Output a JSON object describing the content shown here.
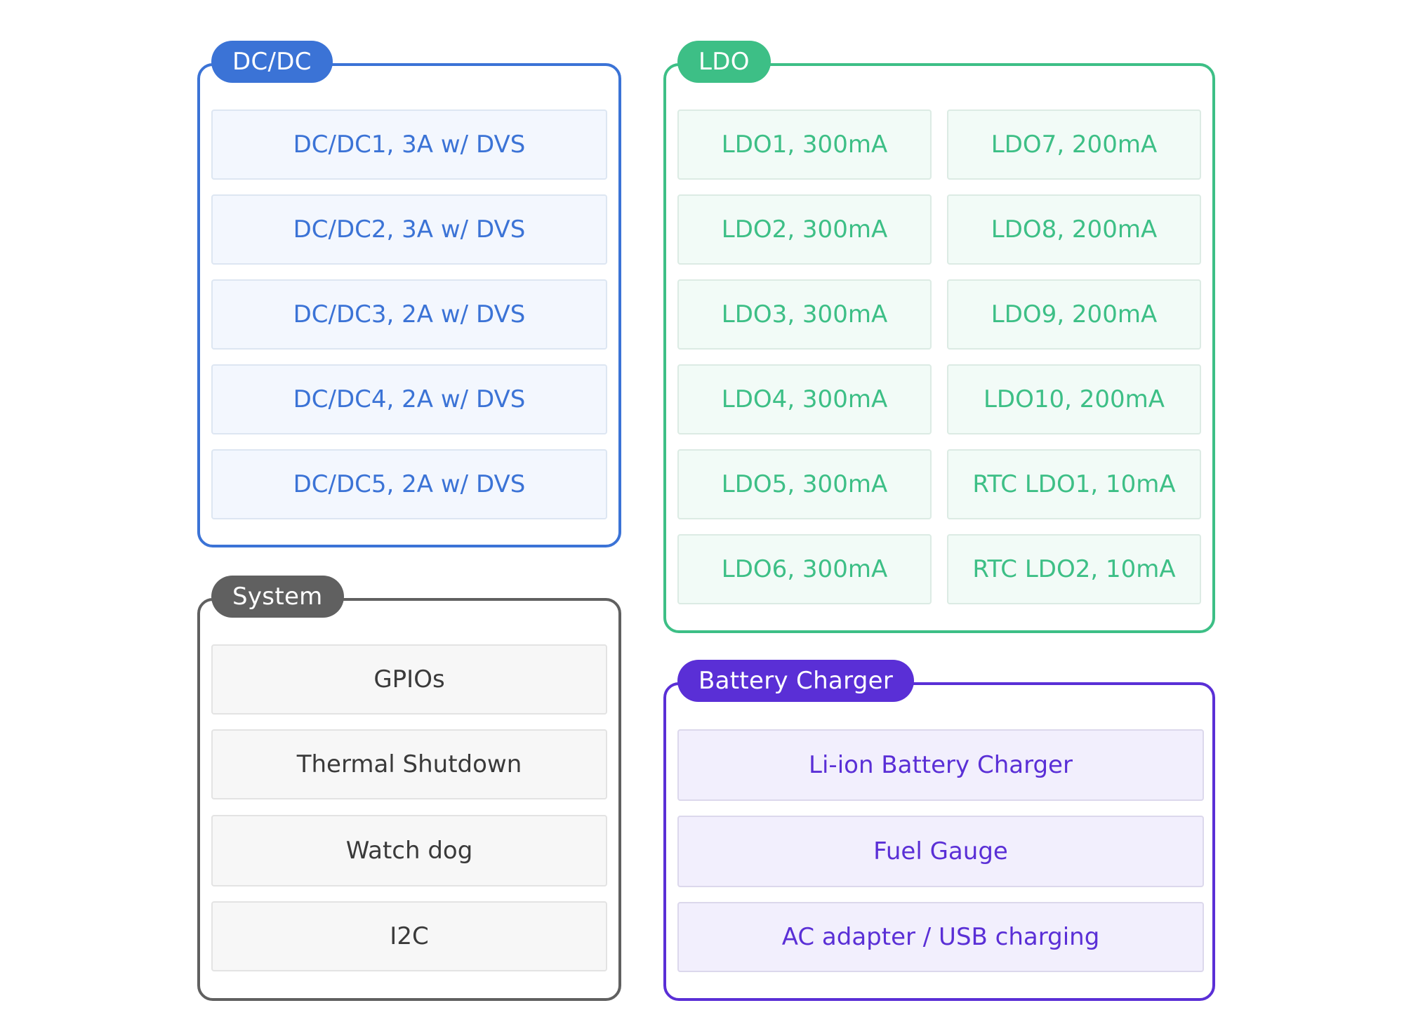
{
  "colors": {
    "dcdc": "#3b73d6",
    "ldo": "#3dbf86",
    "system": "#606060",
    "battery": "#5a2fd6"
  },
  "dcdc": {
    "title": "DC/DC",
    "items": [
      "DC/DC1, 3A w/ DVS",
      "DC/DC2, 3A w/ DVS",
      "DC/DC3, 2A w/ DVS",
      "DC/DC4, 2A w/ DVS",
      "DC/DC5, 2A w/ DVS"
    ]
  },
  "ldo": {
    "title": "LDO",
    "left_items": [
      "LDO1, 300mA",
      "LDO2, 300mA",
      "LDO3, 300mA",
      "LDO4, 300mA",
      "LDO5, 300mA",
      "LDO6, 300mA"
    ],
    "right_items": [
      "LDO7, 200mA",
      "LDO8, 200mA",
      "LDO9, 200mA",
      "LDO10, 200mA",
      "RTC LDO1, 10mA",
      "RTC LDO2, 10mA"
    ]
  },
  "system": {
    "title": "System",
    "items": [
      "GPIOs",
      "Thermal Shutdown",
      "Watch dog",
      "I2C"
    ]
  },
  "battery": {
    "title": "Battery Charger",
    "items": [
      "Li-ion Battery Charger",
      "Fuel Gauge",
      "AC adapter / USB charging"
    ]
  }
}
